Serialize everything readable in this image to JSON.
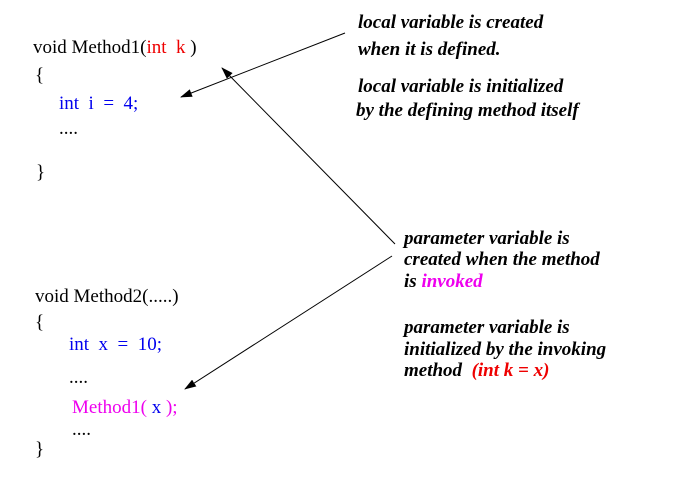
{
  "colors": {
    "code": "#000000",
    "local": "#0000ee",
    "param": "#ee0000",
    "invoke": "#ee00ee"
  },
  "method1": {
    "signature_prefix": "void Method1(",
    "param": "int  k",
    "signature_suffix": " )",
    "open_brace": "{",
    "local_decl": "int  i  =  4;",
    "ellipsis": "....",
    "close_brace": "}"
  },
  "method2": {
    "signature": "void Method2(.....)",
    "open_brace": "{",
    "local_decl": "int  x  =  10;",
    "ellipsis1": "....",
    "call_prefix": "Method1( ",
    "call_arg": "x",
    "call_suffix": " );",
    "ellipsis2": "....",
    "close_brace": "}"
  },
  "notes": {
    "local_created": [
      "local variable is created",
      "when it is defined."
    ],
    "local_initialized": [
      "local variable is initialized",
      "by the defining method itself"
    ],
    "param_created": [
      "parameter variable is",
      "created when the method"
    ],
    "param_created_is": "is ",
    "param_created_invoked": "invoked",
    "param_initialized": [
      "parameter variable is",
      "initialized by the invoking"
    ],
    "param_initialized_method": "method ",
    "param_initialized_expr": "(int k = x)"
  }
}
